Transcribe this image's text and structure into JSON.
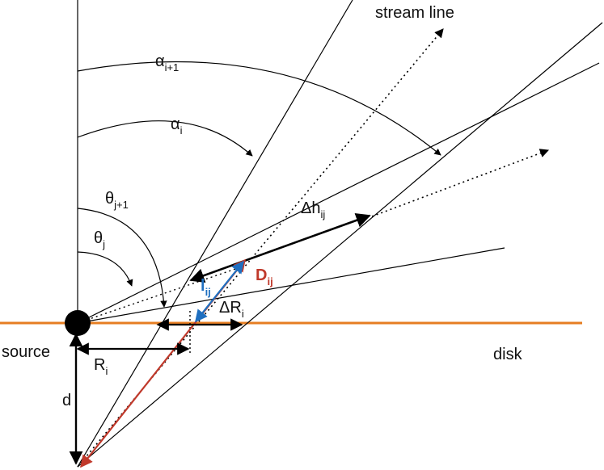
{
  "colors": {
    "disk": "#e67e22",
    "d_vector": "#c0392b",
    "l_vector": "#1f6fc0",
    "line": "#000000"
  },
  "labels": {
    "stream_line": "stream line",
    "source": "source",
    "disk": "disk",
    "d": "d",
    "alpha_i1_main": "α",
    "alpha_i1_sub": "i+1",
    "alpha_i_main": "α",
    "alpha_i_sub": "i",
    "theta_j1_main": "θ",
    "theta_j1_sub": "j+1",
    "theta_j_main": "θ",
    "theta_j_sub": "j",
    "dh_main": "Δh",
    "dh_sub": "ij",
    "lij_main": "l",
    "lij_sub": "ij",
    "dij_main": "D",
    "dij_sub": "ij",
    "dr_main": "ΔR",
    "dr_sub": "i",
    "ri_main": "R",
    "ri_sub": "i"
  }
}
